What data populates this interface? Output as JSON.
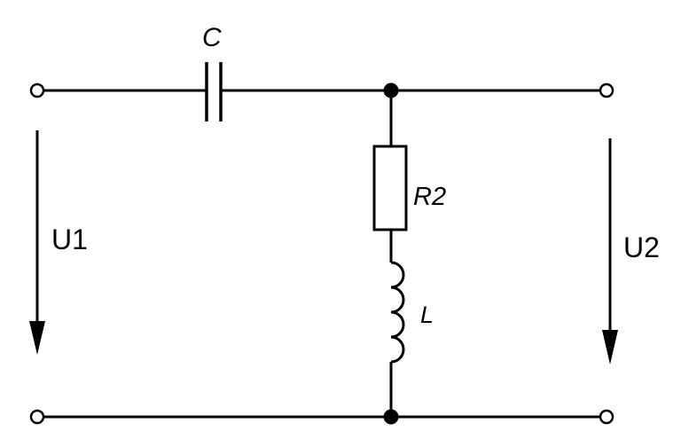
{
  "components": {
    "capacitor": {
      "label": "C"
    },
    "resistor": {
      "label": "R2"
    },
    "inductor": {
      "label": "L"
    }
  },
  "voltages": {
    "input": {
      "label": "U1"
    },
    "output": {
      "label": "U2"
    }
  },
  "colors": {
    "line": "#000000",
    "background": "#ffffff"
  }
}
